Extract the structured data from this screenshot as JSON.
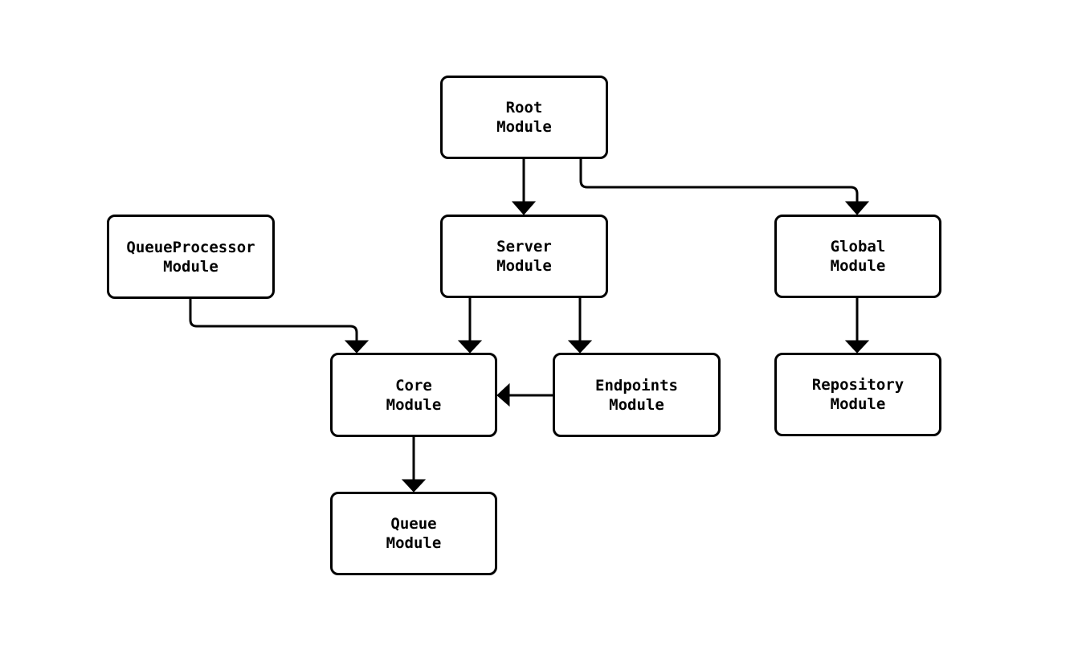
{
  "diagram": {
    "colors": {
      "background": "#ffffff",
      "node_fill": "#ffffff",
      "node_border": "#000000",
      "edge": "#000000",
      "text": "#000000"
    },
    "nodes": [
      {
        "id": "root",
        "label": "Root\nModule"
      },
      {
        "id": "server",
        "label": "Server\nModule"
      },
      {
        "id": "global",
        "label": "Global\nModule"
      },
      {
        "id": "queueprocessor",
        "label": "QueueProcessor\nModule"
      },
      {
        "id": "core",
        "label": "Core\nModule"
      },
      {
        "id": "endpoints",
        "label": "Endpoints\nModule"
      },
      {
        "id": "repository",
        "label": "Repository\nModule"
      },
      {
        "id": "queue",
        "label": "Queue\nModule"
      }
    ],
    "edges": [
      {
        "from": "root",
        "to": "server"
      },
      {
        "from": "root",
        "to": "global"
      },
      {
        "from": "queueprocessor",
        "to": "core"
      },
      {
        "from": "server",
        "to": "core"
      },
      {
        "from": "server",
        "to": "endpoints"
      },
      {
        "from": "endpoints",
        "to": "core"
      },
      {
        "from": "global",
        "to": "repository"
      },
      {
        "from": "core",
        "to": "queue"
      }
    ]
  }
}
